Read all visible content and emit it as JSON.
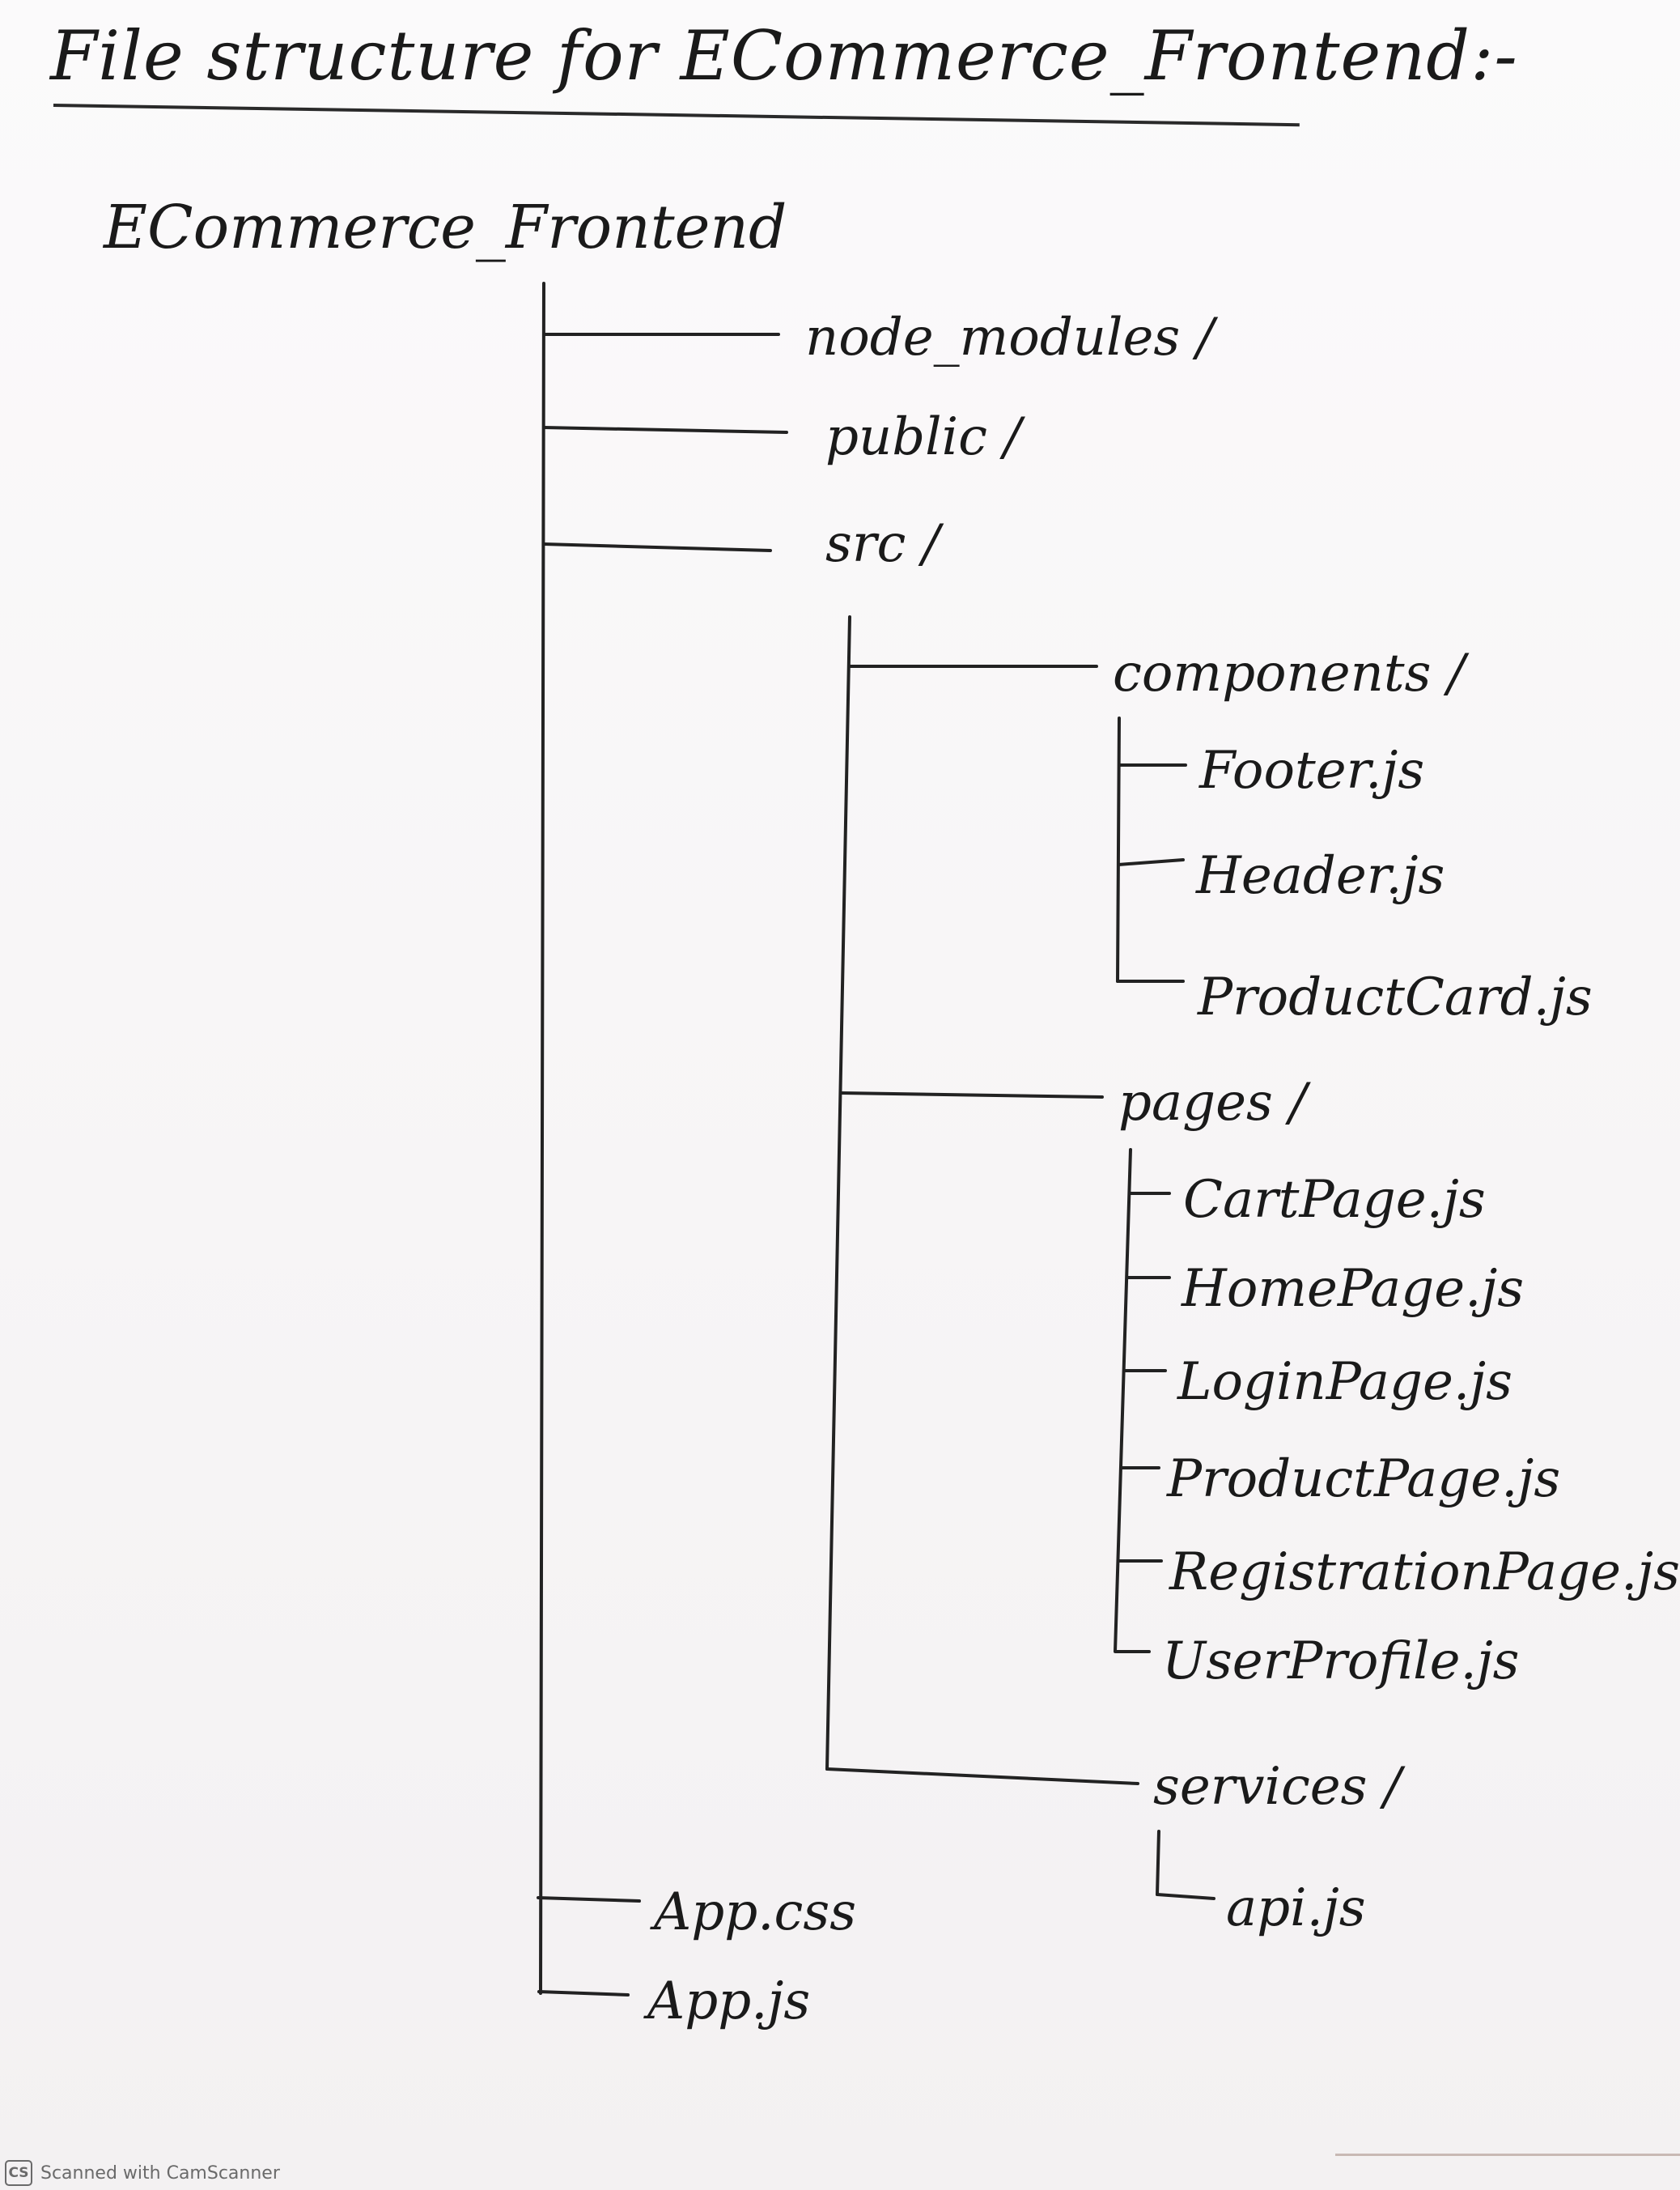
{
  "title": "File structure for ECommerce_Frontend:-",
  "root": "ECommerce_Frontend",
  "nodes": {
    "node_modules": "node_modules /",
    "public": "public /",
    "src": "src /",
    "components": "components /",
    "footer": "Footer.js",
    "header": "Header.js",
    "product_card": "ProductCard.js",
    "pages": "pages /",
    "cart_page": "CartPage.js",
    "home_page": "HomePage.js",
    "login_page": "LoginPage.js",
    "product_page": "ProductPage.js",
    "registration_page": "RegistrationPage.js",
    "user_profile": "UserProfile.js",
    "services": "services /",
    "api": "api.js",
    "app_css": "App.css",
    "app_js": "App.js"
  },
  "footer": {
    "badge": "CS",
    "text": "Scanned with CamScanner"
  },
  "colors": {
    "ink": "#1a1a1a",
    "paper": "#f7f5f6",
    "footer_text": "#6a6a6a"
  }
}
